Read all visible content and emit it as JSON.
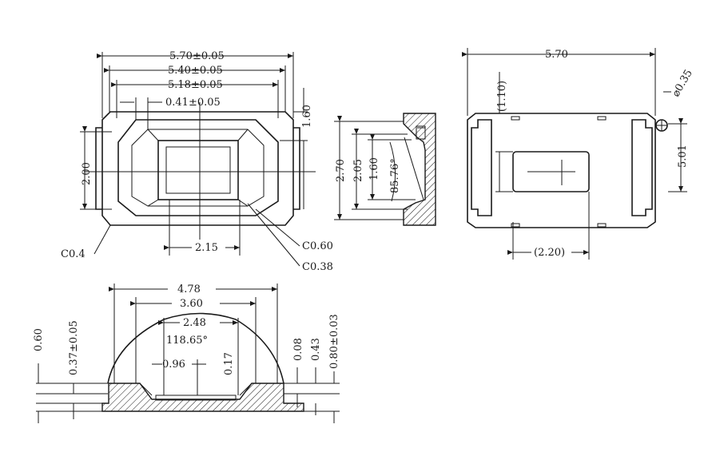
{
  "top_view": {
    "dims": {
      "w_570": "5.70±0.05",
      "w_540": "5.40±0.05",
      "w_518": "5.18±0.05",
      "w_041": "0.41±0.05",
      "h_160": "1.60",
      "h_200": "2.00",
      "w_215": "2.15",
      "c_04": "C0.4",
      "c_060": "C0.60",
      "c_038": "C0.38"
    }
  },
  "side_view": {
    "dims": {
      "h_270": "2.70",
      "h_205": "2.05",
      "h_160": "1.60",
      "angle": "85.76°"
    }
  },
  "bottom_view": {
    "dims": {
      "w_570": "5.70",
      "d_035": "⌀0.35",
      "h_110": "(1.10)",
      "h_501": "5.01",
      "w_220": "(2.20)"
    }
  },
  "section_view": {
    "dims": {
      "w_478": "4.78",
      "w_360": "3.60",
      "w_248": "2.48",
      "angle": "118.65°",
      "w_096": "0.96",
      "w_017": "0.17",
      "h_060": "0.60",
      "h_037": "0.37±0.05",
      "h_008": "0.08",
      "h_043": "0.43",
      "h_080": "0.80±0.03"
    }
  }
}
